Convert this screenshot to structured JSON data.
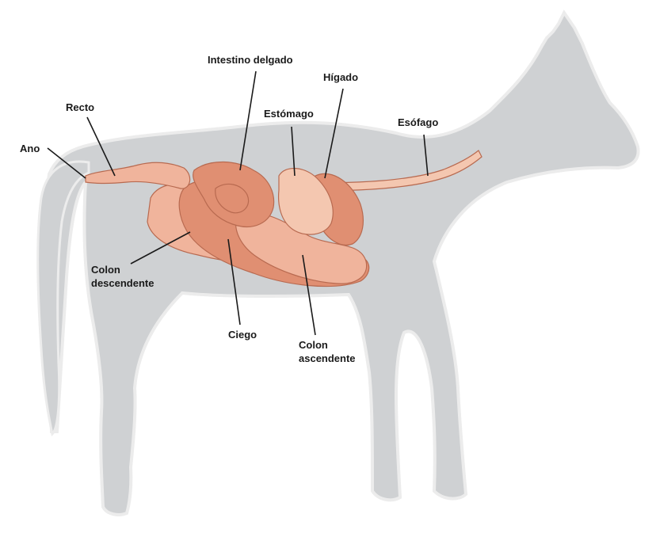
{
  "colors": {
    "body_fill": "#cfd1d3",
    "body_edge": "#ececec",
    "organ_fill": "#f0b49c",
    "organ_dark": "#e08f72",
    "organ_stroke": "#b86a50",
    "esophagus_fill": "#f4c7b0",
    "leader_line": "#1a1a1a"
  },
  "labels": {
    "intestino": "Intestino delgado",
    "higado": "Hígado",
    "estomago": "Estómago",
    "esofago": "Esófago",
    "recto": "Recto",
    "ano": "Ano",
    "colon_desc": "Colon\ndescendente",
    "ciego": "Ciego",
    "colon_asc": "Colon\nascendente"
  },
  "icons": [
    "horse-silhouette",
    "digestive-tract"
  ]
}
